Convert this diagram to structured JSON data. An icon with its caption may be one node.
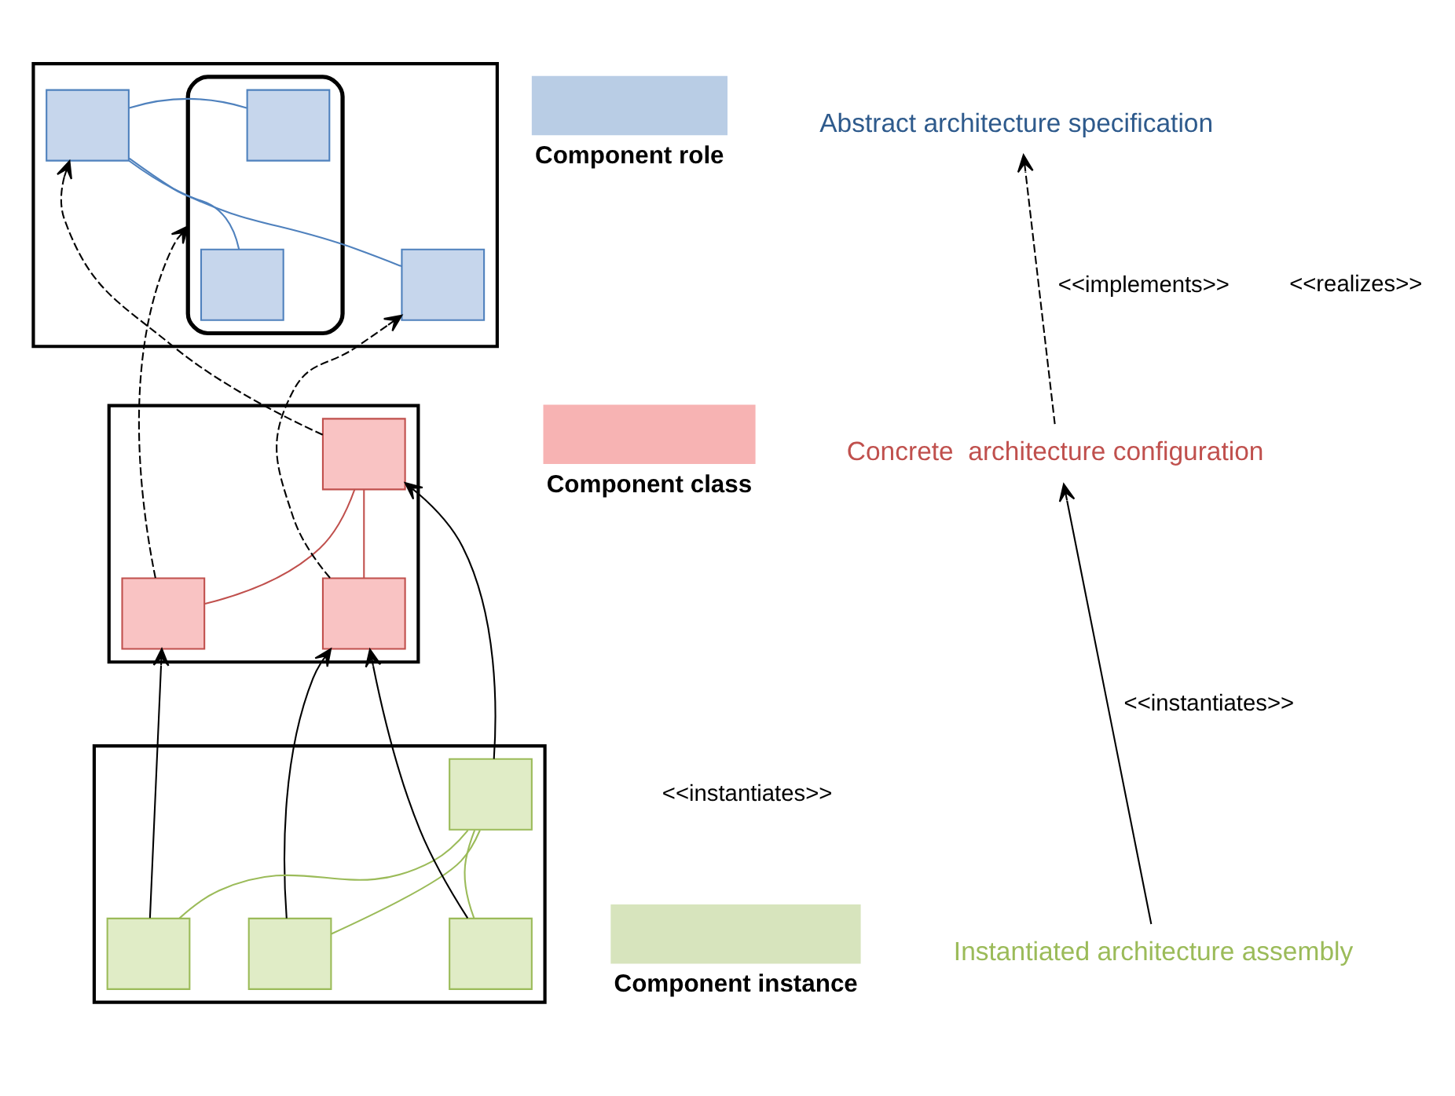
{
  "diagram": {
    "nodes": [
      {
        "text": [
          "Abstract architecture specification"
        ]
      },
      {
        "text": [],
        "shape": "parallelogram"
      },
      {
        "text": [],
        "shape": "box",
        "in": 1
      },
      {
        "text": [],
        "shape": "ellipse",
        "in": 1
      },
      {
        "text": [],
        "shape": "box",
        "in": 3
      },
      {
        "text": [],
        "shape": "box",
        "in": 1
      },
      {
        "text": [],
        "shape": "box",
        "in": 3
      },
      {
        "text": [
          "Concrete  architecture configuration"
        ]
      },
      {
        "text": [],
        "shape": "parallelogram"
      },
      {
        "text": [],
        "shape": "box",
        "in": 8
      },
      {
        "text": [],
        "shape": "box",
        "in": 8
      },
      {
        "text": [],
        "shape": "box",
        "in": 8
      },
      {
        "text": [
          "Instantiated architecture assembly"
        ]
      },
      {
        "text": [],
        "shape": "parallelogram"
      },
      {
        "text": [],
        "shape": "box",
        "in": 13
      },
      {
        "text": [],
        "shape": "box",
        "in": 13
      },
      {
        "text": [],
        "shape": "box",
        "in": 13
      },
      {
        "text": [],
        "shape": "box",
        "in": 13
      }
    ],
    "edges": [
      {
        "from": 7,
        "to": 0,
        "arrow": "to",
        "style": "dashed",
        "label": "<<implements>>"
      },
      {
        "from": 12,
        "to": 7,
        "arrow": "to",
        "label": "<<instantiates>>"
      },
      {
        "from": 2,
        "to": 4,
        "arrow": "none",
        "color": "#4f81bd"
      },
      {
        "from": 2,
        "to": 5,
        "arrow": "none",
        "color": "#4f81bd"
      },
      {
        "from": 2,
        "to": 6,
        "arrow": "none",
        "color": "#4f81bd"
      },
      {
        "from": 9,
        "to": 2,
        "arrow": "to",
        "style": "dashed"
      },
      {
        "from": 10,
        "to": 5,
        "arrow": "to",
        "style": "dashed"
      },
      {
        "from": 11,
        "to": 3,
        "arrow": "to",
        "style": "dashed"
      },
      {
        "from": 9,
        "to": 11,
        "arrow": "none",
        "color": "#c0504d"
      },
      {
        "from": 9,
        "to": 10,
        "arrow": "none",
        "color": "#c0504d"
      },
      {
        "from": 15,
        "to": 9,
        "arrow": "to"
      },
      {
        "from": 14,
        "to": 10,
        "arrow": "to"
      },
      {
        "from": 16,
        "to": 10,
        "arrow": "to"
      },
      {
        "from": 17,
        "to": 11,
        "arrow": "to"
      },
      {
        "from": 15,
        "to": 17,
        "arrow": "none",
        "color": "#9bbb59"
      },
      {
        "from": 15,
        "to": 14,
        "arrow": "none",
        "color": "#9bbb59"
      },
      {
        "from": 15,
        "to": 16,
        "arrow": "none",
        "color": "#9bbb59"
      }
    ],
    "labels": [
      "<<realizes>>",
      "<<instantiates>>"
    ],
    "legend": [
      {
        "text": "Component role",
        "color": "#b9cde5"
      },
      {
        "text": "Component class",
        "color": "#f7b3b3"
      },
      {
        "text": "Component instance",
        "color": "#d7e4bd"
      }
    ]
  }
}
